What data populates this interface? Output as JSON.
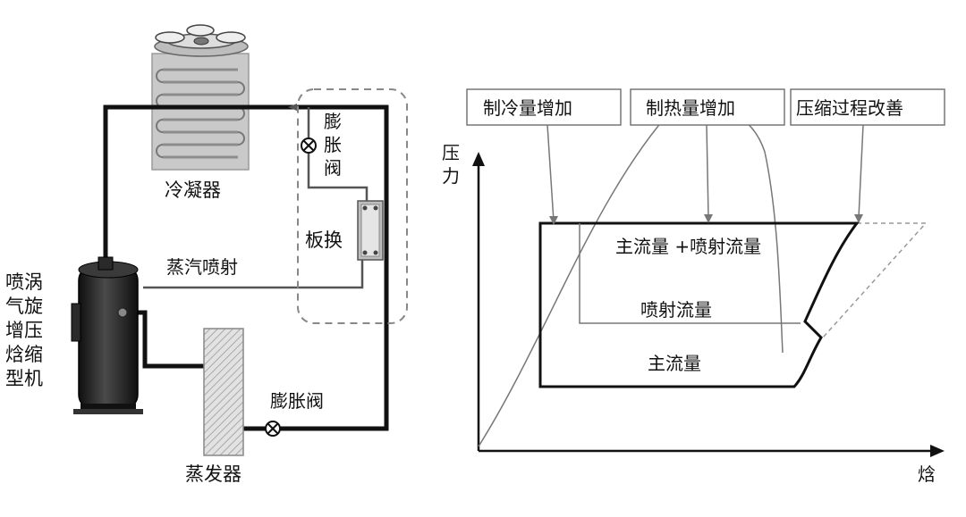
{
  "left_diagram": {
    "condenser_label": "冷凝器",
    "evaporator_label": "蒸发器",
    "plate_hx_label": "板换",
    "vapor_injection_label": "蒸汽喷射",
    "expansion_valve_top": [
      "膨",
      "胀",
      "阀"
    ],
    "expansion_valve_bottom": "膨胀阀",
    "compressor_label": [
      "喷涡",
      "气旋",
      "增压",
      "焓缩",
      "型机"
    ]
  },
  "right_chart": {
    "callouts": [
      "制冷量增加",
      "制热量增加",
      "压缩过程改善"
    ],
    "y_axis_label": [
      "压",
      "力"
    ],
    "x_axis_label": "焓",
    "region_labels": {
      "top": "主流量 +喷射流量",
      "middle": "喷射流量",
      "bottom": "主流量"
    }
  },
  "colors": {
    "line": "#111111",
    "dashed": "#888888",
    "callout_border": "#777777",
    "compressor_body": "#1c1c1c",
    "condenser_fill": "#cfcfcf",
    "evaporator_fill": "#d6d6d6"
  }
}
